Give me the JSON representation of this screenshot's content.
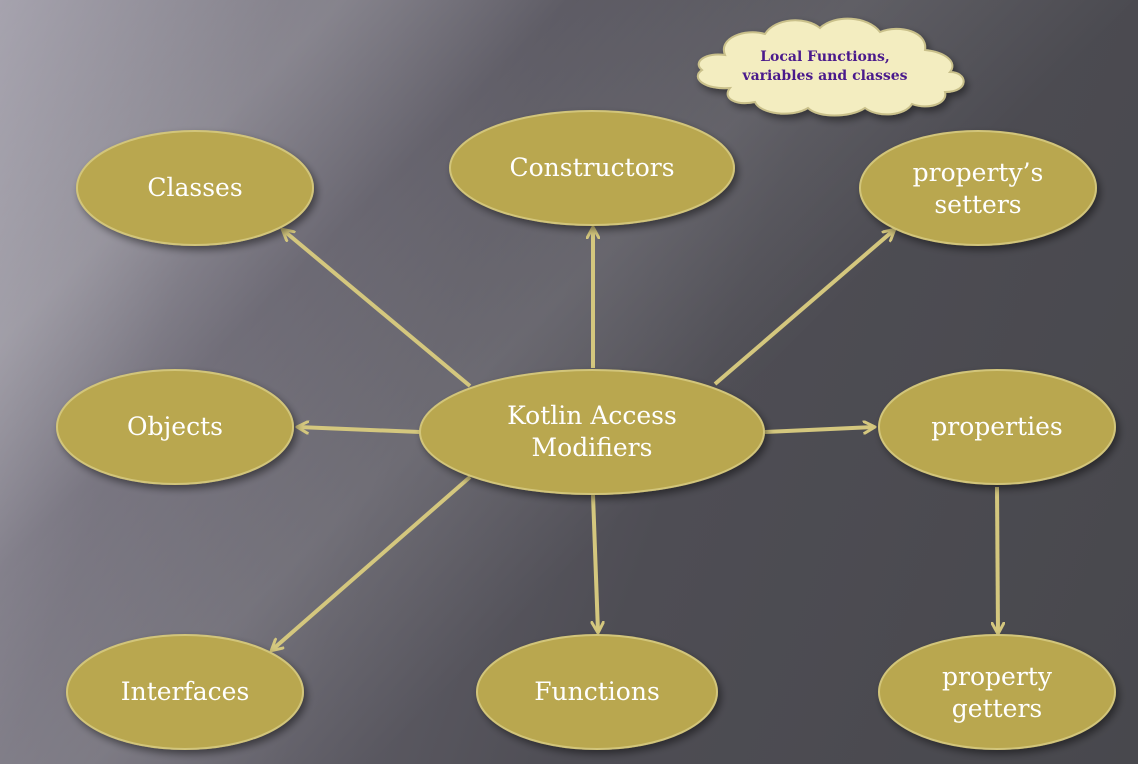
{
  "diagram": {
    "center": {
      "label": "Kotlin Access\nModifiers"
    },
    "nodes": {
      "classes": "Classes",
      "constructors": "Constructors",
      "setters": "property’s\nsetters",
      "objects": "Objects",
      "properties": "properties",
      "interfaces": "Interfaces",
      "functions": "Functions",
      "getters": "property\ngetters"
    },
    "callout": "Local Functions,\nvariables and classes"
  },
  "colors": {
    "node_fill": "#b9a74f",
    "node_stroke": "#d2c57a",
    "arrow": "#d4c77e",
    "cloud_fill": "#f3edc0",
    "cloud_text": "#4a1a8c"
  }
}
